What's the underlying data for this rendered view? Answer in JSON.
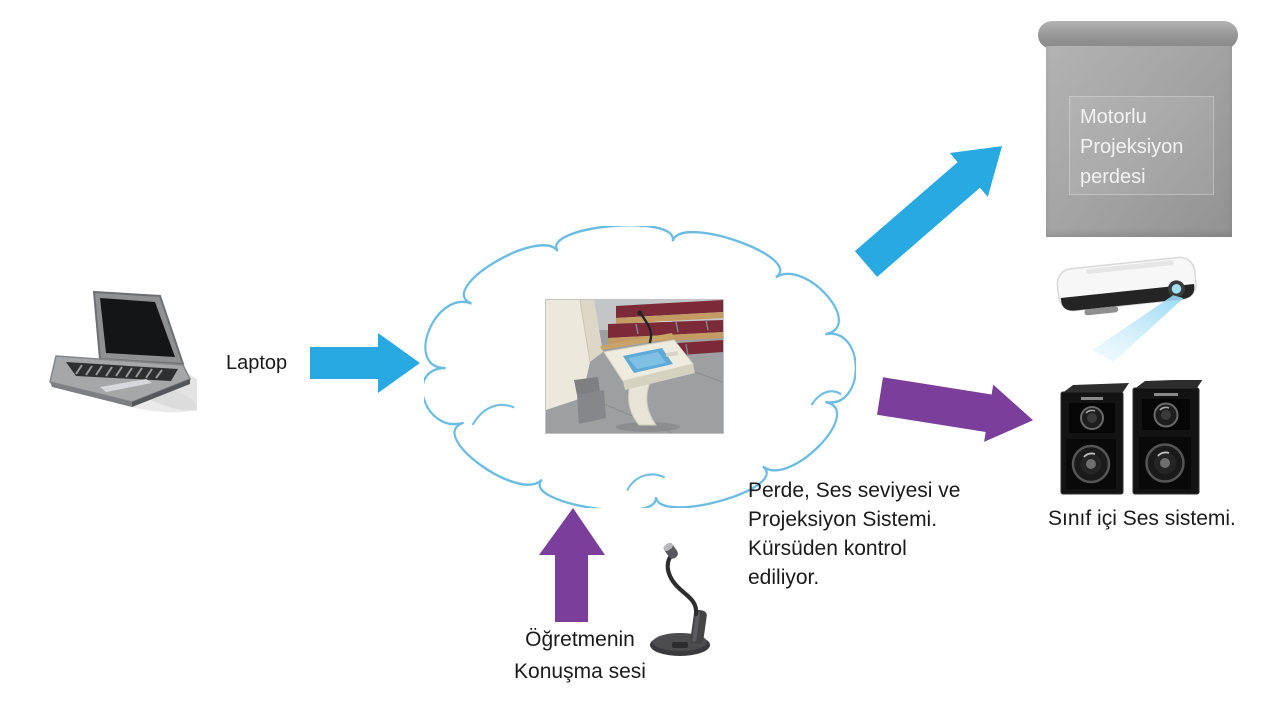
{
  "labels": {
    "laptop": "Laptop",
    "projection_screen": "Motorlu\nProjeksiyon\nperdesi",
    "control_note": "Perde, Ses seviyesi ve\nProjeksiyon Sistemi.\nKürsüden kontrol\nediliyor.",
    "speakers": "Sınıf içi Ses sistemi.",
    "microphone": "Öğretmenin\nKonuşma sesi"
  },
  "colors": {
    "background": "#FFFFFF",
    "arrow_blue": "#29A9E1",
    "arrow_purple": "#7B3F9B",
    "cloud_outline": "#6BBCE2",
    "screen_gray": "#A3A3A3",
    "screen_text": "#F2F2F2",
    "label_text": "#1A1A1A",
    "projector_beam": "#9FDCF5",
    "photo_seats_red": "#7C2A37",
    "photo_desk_wood": "#C49C63",
    "photo_wall_cream": "#ECE8DC",
    "photo_floor_gray": "#9D9FA1",
    "photo_screen_blue": "#5EA9D6"
  },
  "icons": {
    "laptop": "laptop-icon",
    "cloud": "cloud-shape",
    "lectern_photo": "lectern-photo",
    "projection_screen": "projection-screen-icon",
    "projector": "projector-icon",
    "speakers": "speakers-icon",
    "microphone": "microphone-icon"
  }
}
